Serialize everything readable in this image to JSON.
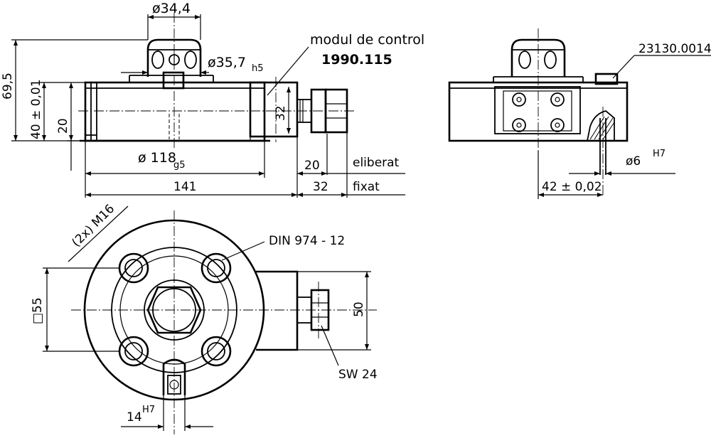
{
  "labels": {
    "dim_34_4": "ø34,4",
    "dim_35_7": "ø35,7",
    "tol_h5": "h5",
    "module_label": "modul de control",
    "module_code": "1990.115",
    "dim_69_5": "69,5",
    "dim_40": "40 ± 0,01",
    "dim_20_left": "20",
    "dim_32_vert": "32",
    "dim_118": "ø 118",
    "tol_g5": "g5",
    "dim_20_eliberat": "20",
    "label_eliberat": "eliberat",
    "dim_141": "141",
    "dim_32_fixat": "32",
    "label_fixat": "fixat",
    "part_23130": "23130.0014",
    "dim_phi6": "ø6",
    "tol_h7_right": "H7",
    "dim_42": "42 ± 0,02",
    "thread_m16": "(2x) M16",
    "din_label": "DIN  974  -  12",
    "dim_a55": "□55",
    "dim_50": "50",
    "sw_label": "SW  24",
    "dim_14": "14",
    "tol_h7_bottom": "H7"
  }
}
